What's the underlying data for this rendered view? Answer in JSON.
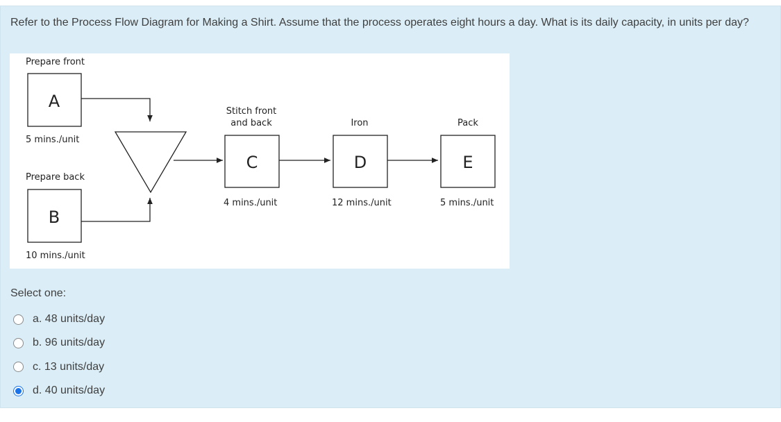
{
  "question": {
    "text": "Refer to the Process Flow Diagram for Making a Shirt. Assume that the process operates eight hours a day. What is its daily capacity, in units per day?"
  },
  "diagram": {
    "step_a": {
      "label": "Prepare front",
      "letter": "A",
      "time": "5 mins./unit"
    },
    "step_b": {
      "label": "Prepare back",
      "letter": "B",
      "time": "10 mins./unit"
    },
    "step_c": {
      "label_line1": "Stitch front",
      "label_line2": "and back",
      "letter": "C",
      "time": "4 mins./unit"
    },
    "step_d": {
      "label": "Iron",
      "letter": "D",
      "time": "12 mins./unit"
    },
    "step_e": {
      "label": "Pack",
      "letter": "E",
      "time": "5 mins./unit"
    }
  },
  "select_label": "Select one:",
  "options": [
    {
      "text": "a. 48 units/day",
      "checked": false
    },
    {
      "text": "b. 96 units/day",
      "checked": false
    },
    {
      "text": "c. 13 units/day",
      "checked": false
    },
    {
      "text": "d. 40 units/day",
      "checked": true
    }
  ]
}
